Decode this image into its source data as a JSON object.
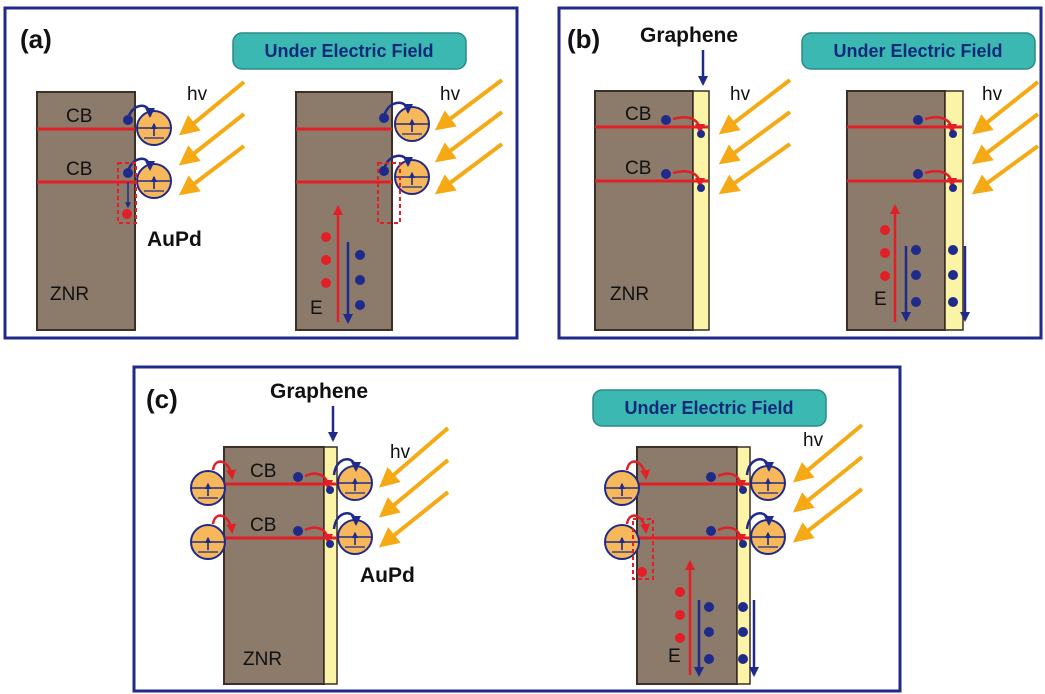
{
  "panels": {
    "a": {
      "letter": "(a)",
      "banner": "Under Electric Field",
      "material": "ZNR",
      "metal": "AuPd",
      "cb_labels": [
        "CB",
        "CB"
      ],
      "photon": "hv",
      "field": "E"
    },
    "b": {
      "letter": "(b)",
      "banner": "Under Electric Field",
      "material": "ZNR",
      "top_label": "Graphene",
      "cb_labels": [
        "CB",
        "CB"
      ],
      "photon": "hv",
      "field": "E"
    },
    "c": {
      "letter": "(c)",
      "banner": "Under Electric Field",
      "material": "ZNR",
      "top_label": "Graphene",
      "metal": "AuPd",
      "cb_labels": [
        "CB",
        "CB"
      ],
      "photon": "hv",
      "field": "E"
    }
  },
  "colors": {
    "frame": "#1f2a8a",
    "znr": "#8c7b6b",
    "graphene": "#fbf3a6",
    "cb_line": "#e21f26",
    "photon": "#f5a914",
    "electron": "#1f2a8a",
    "hole": "#e21f26",
    "banner": "#3cb8b2",
    "particle": "#f6b85a"
  }
}
